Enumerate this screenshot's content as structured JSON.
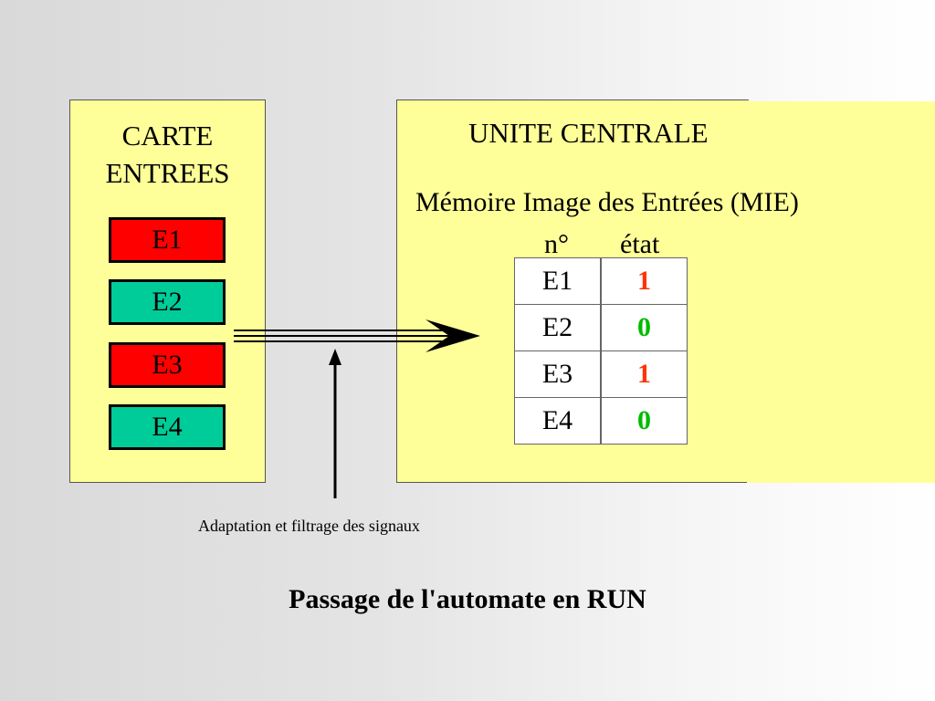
{
  "carte": {
    "title_line1": "CARTE",
    "title_line2": "ENTREES",
    "inputs": [
      {
        "label": "E1",
        "color": "#ff0000"
      },
      {
        "label": "E2",
        "color": "#00cc99"
      },
      {
        "label": "E3",
        "color": "#ff0000"
      },
      {
        "label": "E4",
        "color": "#00cc99"
      }
    ]
  },
  "unite": {
    "title": "UNITE CENTRALE",
    "mie_title": "Mémoire Image des Entrées (MIE)",
    "col_n": "n°",
    "col_etat": "état",
    "rows": [
      {
        "n": "E1",
        "etat": "1",
        "color": "#ff3300"
      },
      {
        "n": "E2",
        "etat": "0",
        "color": "#00bb00"
      },
      {
        "n": "E3",
        "etat": "1",
        "color": "#ff3300"
      },
      {
        "n": "E4",
        "etat": "0",
        "color": "#00bb00"
      }
    ]
  },
  "caption": "Adaptation et filtrage des signaux",
  "footer_title": "Passage de l'automate en RUN",
  "colors": {
    "panel": "#ffff99",
    "red": "#ff0000",
    "green": "#00cc99"
  }
}
